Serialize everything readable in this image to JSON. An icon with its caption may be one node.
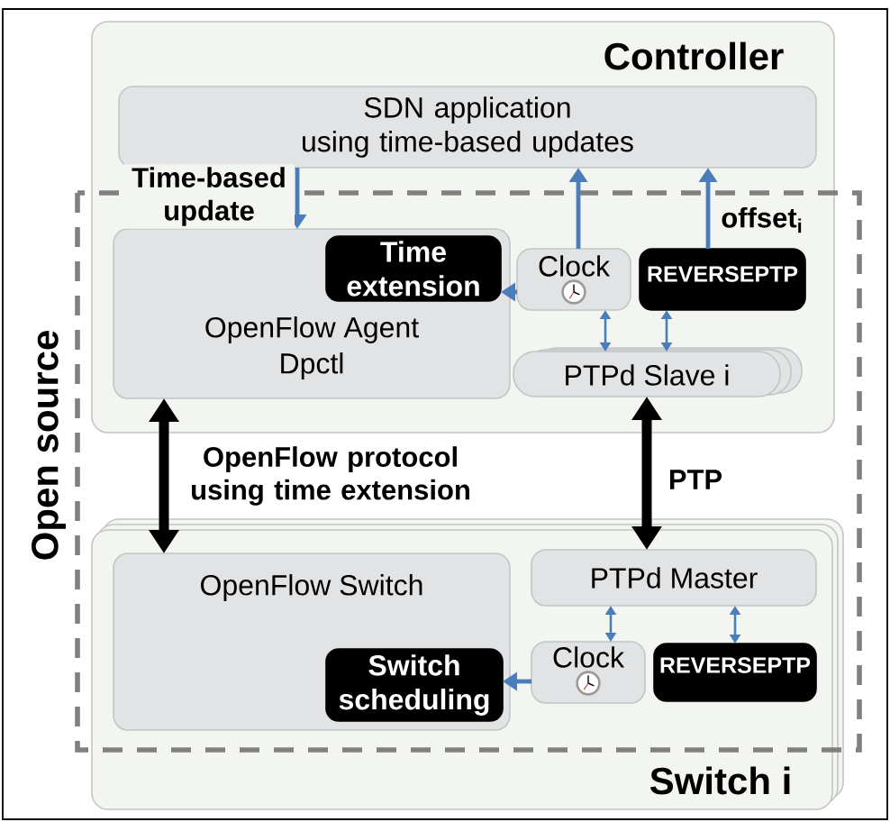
{
  "diagram": {
    "nodes": [
      {
        "text": [
          "Controller"
        ]
      },
      {
        "text": [
          "SDN application using time-based updates"
        ],
        "in": 0
      },
      {
        "text": [
          "OpenFlow Agent",
          "Dpctl"
        ],
        "in": 0
      },
      {
        "text": [
          "Time extension"
        ],
        "in": 2
      },
      {
        "text": [
          "Clock"
        ],
        "in": 0
      },
      {
        "text": [
          "REVERSEPTP"
        ],
        "in": 0
      },
      {
        "text": [
          "PTPd Slave i"
        ],
        "in": 0
      },
      {
        "text": [
          "Switch i"
        ]
      },
      {
        "text": [
          "OpenFlow Switch"
        ],
        "in": 7
      },
      {
        "text": [
          "Switch scheduling"
        ],
        "in": 8
      },
      {
        "text": [
          "PTPd Master"
        ],
        "in": 7
      },
      {
        "text": [
          "Clock"
        ],
        "in": 7
      },
      {
        "text": [
          "REVERSEPTP"
        ],
        "in": 7
      }
    ],
    "edges": [
      {
        "from": 1,
        "to": 2,
        "arrow": "to",
        "label": "Time-based update"
      },
      {
        "from": 4,
        "to": 3,
        "arrow": "to"
      },
      {
        "from": 4,
        "to": 1,
        "arrow": "to"
      },
      {
        "from": 5,
        "to": 1,
        "arrow": "to",
        "label": "offset$_{i}$"
      },
      {
        "from": 4,
        "to": 6,
        "arrow": "both"
      },
      {
        "from": 5,
        "to": 6,
        "arrow": "both"
      },
      {
        "from": 2,
        "to": 8,
        "arrow": "both",
        "label": "OpenFlow protocol using time extension",
        "style": "thick",
        "color": "#000000"
      },
      {
        "from": 6,
        "to": 10,
        "arrow": "both",
        "label": "PTP",
        "style": "thick",
        "color": "#000000"
      },
      {
        "from": 10,
        "to": 11,
        "arrow": "both"
      },
      {
        "from": 10,
        "to": 12,
        "arrow": "both"
      },
      {
        "from": 11,
        "to": 9,
        "arrow": "to"
      }
    ],
    "labels": [
      "Open source"
    ]
  }
}
